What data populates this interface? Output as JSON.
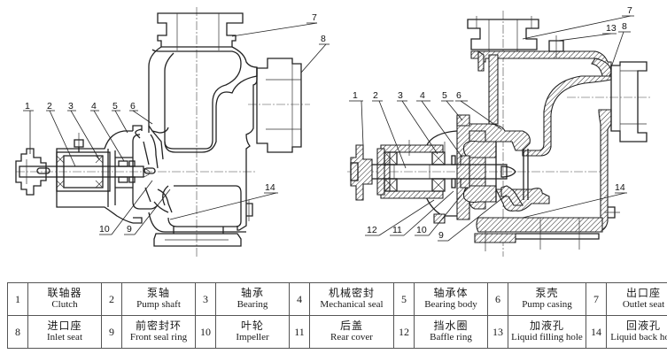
{
  "figure": {
    "left_view": {
      "callouts": [
        "1",
        "2",
        "3",
        "4",
        "5",
        "6",
        "7",
        "8",
        "9",
        "10",
        "14"
      ]
    },
    "right_view": {
      "callouts": [
        "1",
        "2",
        "3",
        "4",
        "5",
        "6",
        "7",
        "8",
        "9",
        "10",
        "11",
        "12",
        "13",
        "14"
      ]
    }
  },
  "parts_table": {
    "rows": [
      [
        {
          "num": "1",
          "zh": "联轴器",
          "en": "Clutch"
        },
        {
          "num": "2",
          "zh": "泵轴",
          "en": "Pump shaft"
        },
        {
          "num": "3",
          "zh": "轴承",
          "en": "Bearing"
        },
        {
          "num": "4",
          "zh": "机械密封",
          "en": "Mechanical seal"
        },
        {
          "num": "5",
          "zh": "轴承体",
          "en": "Bearing body"
        },
        {
          "num": "6",
          "zh": "泵壳",
          "en": "Pump casing"
        },
        {
          "num": "7",
          "zh": "出口座",
          "en": "Outlet seat"
        }
      ],
      [
        {
          "num": "8",
          "zh": "进口座",
          "en": "Inlet seat"
        },
        {
          "num": "9",
          "zh": "前密封环",
          "en": "Front seal ring"
        },
        {
          "num": "10",
          "zh": "叶轮",
          "en": "Impeller"
        },
        {
          "num": "11",
          "zh": "后盖",
          "en": "Rear cover"
        },
        {
          "num": "12",
          "zh": "挡水圈",
          "en": "Baffle ring"
        },
        {
          "num": "13",
          "zh": "加液孔",
          "en": "Liquid filling hole"
        },
        {
          "num": "14",
          "zh": "回液孔",
          "en": "Liquid back hole"
        }
      ]
    ]
  }
}
